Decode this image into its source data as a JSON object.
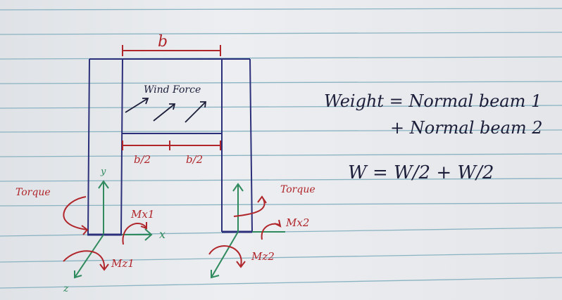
{
  "dimensions": {
    "width_label": "b",
    "half_left": "b/2",
    "half_right": "b/2"
  },
  "labels": {
    "wind_force": "Wind Force",
    "torque_left": "Torque",
    "torque_right": "Torque",
    "mx1": "Mx1",
    "mx2": "Mx2",
    "mz1": "Mz1",
    "mz2": "Mz2",
    "axis_x": "x",
    "axis_y": "y",
    "axis_z": "z"
  },
  "equations": {
    "line1": "Weight = Normal beam 1",
    "line2": "+ Normal beam 2",
    "line3": "W = W/2 + W/2"
  },
  "colors": {
    "paper": "#e9ebee",
    "rule": "#8ab3c2",
    "frame": "#2c2f7a",
    "red": "#b0262b",
    "green": "#2f8a5e",
    "ink": "#1c1e3a"
  }
}
